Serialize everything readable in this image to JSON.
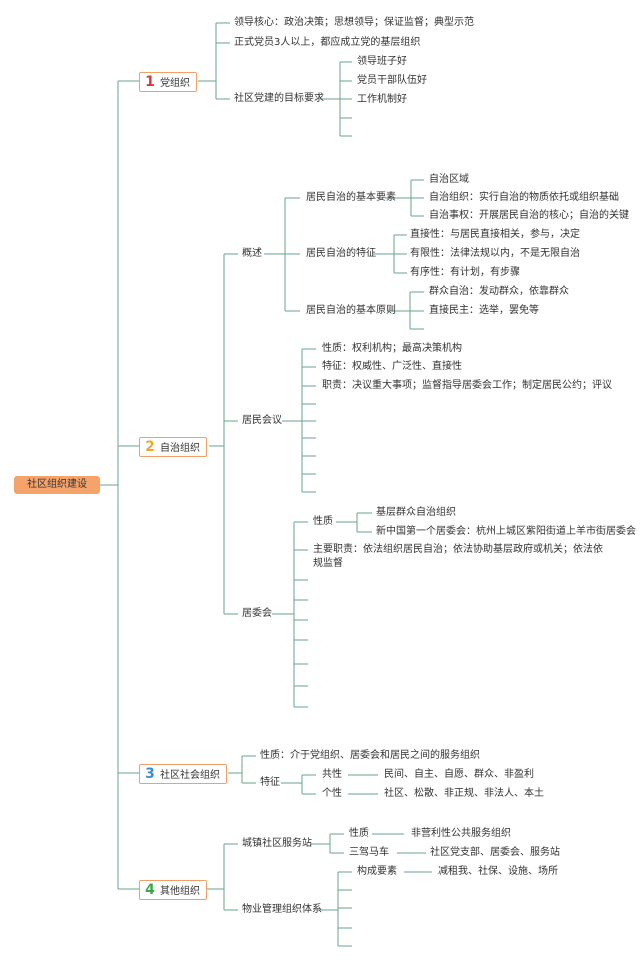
{
  "colors": {
    "line": "#6aa58a",
    "root_fill": "#f6a36b",
    "branch_border": "#f2a067",
    "num1": "#d83a3a",
    "num2": "#f0a62a",
    "num3": "#3a8ed8",
    "num4": "#3aa84a"
  },
  "root": "社区组织建设",
  "b1": {
    "num": "1",
    "label": "党组织",
    "items": [
      "领导核心：政治决策；思想领导；保证监督；典型示范",
      "正式党员3人以上，都应成立党的基层组织",
      "社区党建的目标要求"
    ],
    "goals": [
      "领导班子好",
      "党员干部队伍好",
      "工作机制好"
    ]
  },
  "b2": {
    "num": "2",
    "label": "自治组织",
    "overview": "概述",
    "basic": "居民自治的基本要素",
    "basic_items": [
      "自治区域",
      "自治组织：实行自治的物质依托或组织基础",
      "自治事权：开展居民自治的核心；自治的关键"
    ],
    "feature": "居民自治的特征",
    "feature_items": [
      "直接性：与居民直接相关，参与，决定",
      "有限性：法律法规以内，不是无限自治",
      "有序性：有计划，有步骤"
    ],
    "principle": "居民自治的基本原则",
    "principle_items": [
      "群众自治：发动群众，依靠群众",
      "直接民主：选举，罢免等"
    ],
    "meeting": "居民会议",
    "meeting_items": [
      "性质：权利机构；最高决策机构",
      "特征：权威性、广泛性、直接性",
      "职责：决议重大事项；监督指导居委会工作；制定居民公约；评议"
    ],
    "committee": "居委会",
    "nature": "性质",
    "nature_items": [
      "基层群众自治组织",
      "新中国第一个居委会：杭州上城区紫阳街道上羊市街居委会"
    ],
    "duty": "主要职责：依法组织居民自治；依法协助基层政府或机关；依法依规监督"
  },
  "b3": {
    "num": "3",
    "label": "社区社会组织",
    "nature": "性质：介于党组织、居委会和居民之间的服务组织",
    "feature": "特征",
    "common": "共性",
    "common_val": "民间、自主、自愿、群众、非盈利",
    "indiv": "个性",
    "indiv_val": "社区、松散、非正规、非法人、本土"
  },
  "b4": {
    "num": "4",
    "label": "其他组织",
    "station": "城镇社区服务站",
    "st_nature": "性质",
    "st_nature_val": "非营利性公共服务组织",
    "carriage": "三驾马车",
    "carriage_val": "社区党支部、居委会、服务站",
    "property": "物业管理组织体系",
    "elements": "构成要素",
    "elements_val": "减租我、社保、设施、场所"
  }
}
